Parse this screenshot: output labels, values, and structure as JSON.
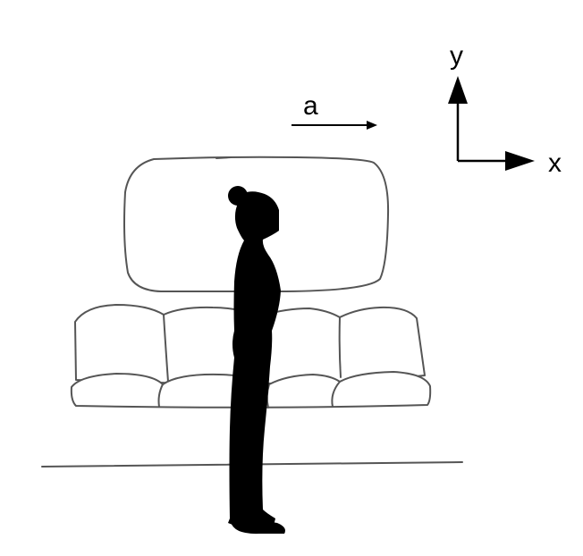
{
  "labels": {
    "acceleration": "a",
    "y_axis": "y",
    "x_axis": "x"
  },
  "colors": {
    "ink": "#000000",
    "sketch": "#555555",
    "background": "#ffffff"
  }
}
